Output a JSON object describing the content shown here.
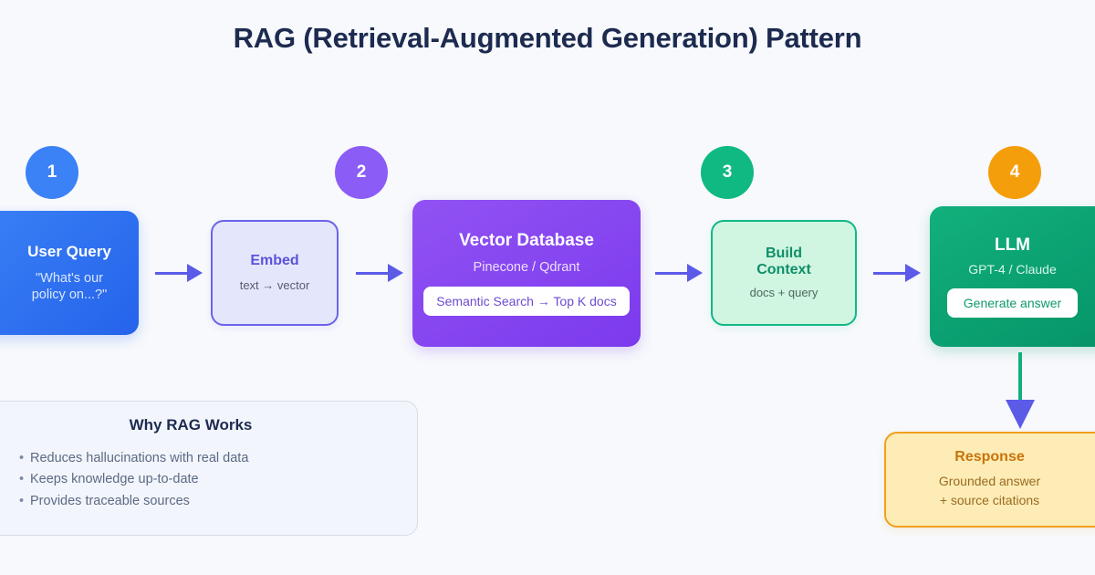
{
  "page": {
    "title": "RAG (Retrieval-Augmented Generation) Pattern",
    "background_color": "#f7f9fc",
    "arrow_color": "#5b5be8",
    "vertical_connector_color": "#12b07c"
  },
  "badges": [
    {
      "label": "1",
      "color": "#3b82f6"
    },
    {
      "label": "2",
      "color": "#8b5cf6"
    },
    {
      "label": "3",
      "color": "#10b981"
    },
    {
      "label": "4",
      "color": "#f59e0b"
    }
  ],
  "nodes": {
    "user_query": {
      "title": "User Query",
      "subtitle": "\"What's our\npolicy on...?\"",
      "subtitle_line1": "\"What's our",
      "subtitle_line2": "policy on...?\"",
      "color": "#2563eb"
    },
    "embed": {
      "title": "Embed",
      "subtitle": "text → vector",
      "fill": "#e4e7fb",
      "border": "#6c63e8",
      "title_color": "#5b53d8"
    },
    "vector_database": {
      "title": "Vector Database",
      "subtitle": "Pinecone / Qdrant",
      "pill": "Semantic Search → Top K docs",
      "color": "#7c3aed"
    },
    "build_context": {
      "title_line1": "Build",
      "title_line2": "Context",
      "subtitle": "docs + query",
      "fill": "#d0f5e0",
      "border": "#12b886",
      "title_color": "#0f8f6a"
    },
    "llm": {
      "title": "LLM",
      "subtitle": "GPT-4 / Claude",
      "pill": "Generate answer",
      "color": "#059267"
    },
    "response": {
      "title": "Response",
      "subtitle_line1": "Grounded answer",
      "subtitle_line2": "+ source citations",
      "fill": "#fdecb5",
      "border": "#f0a020",
      "title_color": "#c9730b"
    }
  },
  "info_card": {
    "title": "Why RAG Works",
    "bullets": [
      "Reduces hallucinations with real data",
      "Keeps knowledge up-to-date",
      "Provides traceable sources"
    ]
  }
}
